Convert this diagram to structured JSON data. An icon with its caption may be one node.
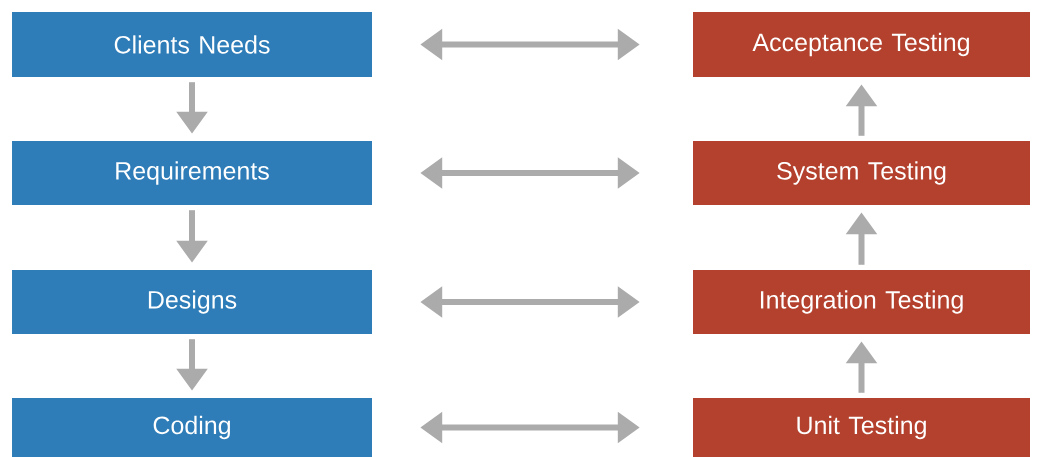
{
  "diagram": {
    "nodes": [
      {
        "text": [
          "Clients Needs"
        ]
      },
      {
        "text": [
          "Requirements"
        ]
      },
      {
        "text": [
          "Designs"
        ]
      },
      {
        "text": [
          "Coding"
        ]
      },
      {
        "text": [
          "Acceptance Testing"
        ]
      },
      {
        "text": [
          "System Testing"
        ]
      },
      {
        "text": [
          "Integration Testing"
        ]
      },
      {
        "text": [
          "Unit Testing"
        ]
      }
    ],
    "edges": [
      {
        "from": 0,
        "to": 1,
        "arrow": "to"
      },
      {
        "from": 1,
        "to": 2,
        "arrow": "to"
      },
      {
        "from": 2,
        "to": 3,
        "arrow": "to"
      },
      {
        "from": 7,
        "to": 6,
        "arrow": "to"
      },
      {
        "from": 6,
        "to": 5,
        "arrow": "to"
      },
      {
        "from": 5,
        "to": 4,
        "arrow": "to"
      },
      {
        "from": 0,
        "to": 4,
        "arrow": "both"
      },
      {
        "from": 1,
        "to": 5,
        "arrow": "both"
      },
      {
        "from": 2,
        "to": 6,
        "arrow": "both"
      },
      {
        "from": 3,
        "to": 7,
        "arrow": "both"
      }
    ]
  }
}
